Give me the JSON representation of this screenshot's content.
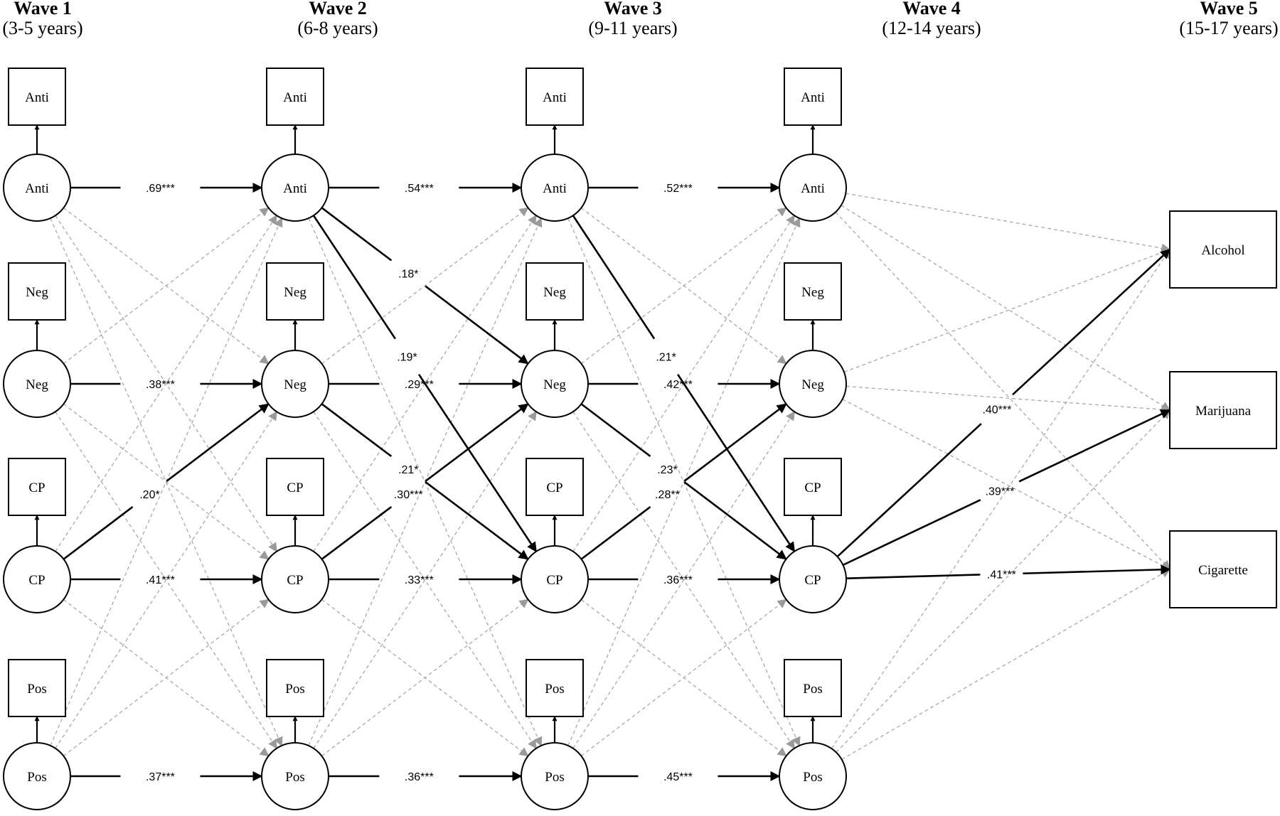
{
  "waves": [
    {
      "title": "Wave 1",
      "ages": "(3-5 years)"
    },
    {
      "title": "Wave 2",
      "ages": "(6-8 years)"
    },
    {
      "title": "Wave 3",
      "ages": "(9-11 years)"
    },
    {
      "title": "Wave 4",
      "ages": "(12-14 years)"
    },
    {
      "title": "Wave 5",
      "ages": "(15-17 years)"
    }
  ],
  "constructs": [
    "Anti",
    "Neg",
    "CP",
    "Pos"
  ],
  "outcomes": [
    "Alcohol",
    "Marijuana",
    "Cigarette"
  ],
  "paths": [
    {
      "from": [
        0,
        0
      ],
      "to": [
        1,
        0
      ],
      "label": ".69***",
      "significant": true
    },
    {
      "from": [
        0,
        1
      ],
      "to": [
        1,
        1
      ],
      "label": ".38***",
      "significant": true
    },
    {
      "from": [
        0,
        2
      ],
      "to": [
        1,
        2
      ],
      "label": ".41***",
      "significant": true
    },
    {
      "from": [
        0,
        3
      ],
      "to": [
        1,
        3
      ],
      "label": ".37***",
      "significant": true
    },
    {
      "from": [
        0,
        2
      ],
      "to": [
        1,
        1
      ],
      "label": ".20*",
      "significant": true
    },
    {
      "from": [
        1,
        0
      ],
      "to": [
        2,
        0
      ],
      "label": ".54***",
      "significant": true
    },
    {
      "from": [
        1,
        1
      ],
      "to": [
        2,
        1
      ],
      "label": ".29***",
      "significant": true
    },
    {
      "from": [
        1,
        2
      ],
      "to": [
        2,
        2
      ],
      "label": ".33***",
      "significant": true
    },
    {
      "from": [
        1,
        3
      ],
      "to": [
        2,
        3
      ],
      "label": ".36***",
      "significant": true
    },
    {
      "from": [
        1,
        0
      ],
      "to": [
        2,
        1
      ],
      "label": ".18*",
      "significant": true
    },
    {
      "from": [
        1,
        0
      ],
      "to": [
        2,
        2
      ],
      "label": ".19*",
      "significant": true
    },
    {
      "from": [
        1,
        1
      ],
      "to": [
        2,
        2
      ],
      "label": ".21*",
      "significant": true
    },
    {
      "from": [
        1,
        2
      ],
      "to": [
        2,
        1
      ],
      "label": ".30***",
      "significant": true
    },
    {
      "from": [
        2,
        0
      ],
      "to": [
        3,
        0
      ],
      "label": ".52***",
      "significant": true
    },
    {
      "from": [
        2,
        1
      ],
      "to": [
        3,
        1
      ],
      "label": ".42***",
      "significant": true
    },
    {
      "from": [
        2,
        2
      ],
      "to": [
        3,
        2
      ],
      "label": ".36***",
      "significant": true
    },
    {
      "from": [
        2,
        3
      ],
      "to": [
        3,
        3
      ],
      "label": ".45***",
      "significant": true
    },
    {
      "from": [
        2,
        0
      ],
      "to": [
        3,
        2
      ],
      "label": ".21*",
      "significant": true
    },
    {
      "from": [
        2,
        1
      ],
      "to": [
        3,
        2
      ],
      "label": ".23*",
      "significant": true
    },
    {
      "from": [
        2,
        2
      ],
      "to": [
        3,
        1
      ],
      "label": ".28**",
      "significant": true
    },
    {
      "from": [
        3,
        2
      ],
      "to": [
        "out",
        0
      ],
      "label": ".40***",
      "significant": true
    },
    {
      "from": [
        3,
        2
      ],
      "to": [
        "out",
        1
      ],
      "label": ".39***",
      "significant": true
    },
    {
      "from": [
        3,
        2
      ],
      "to": [
        "out",
        2
      ],
      "label": ".41***",
      "significant": true
    }
  ]
}
